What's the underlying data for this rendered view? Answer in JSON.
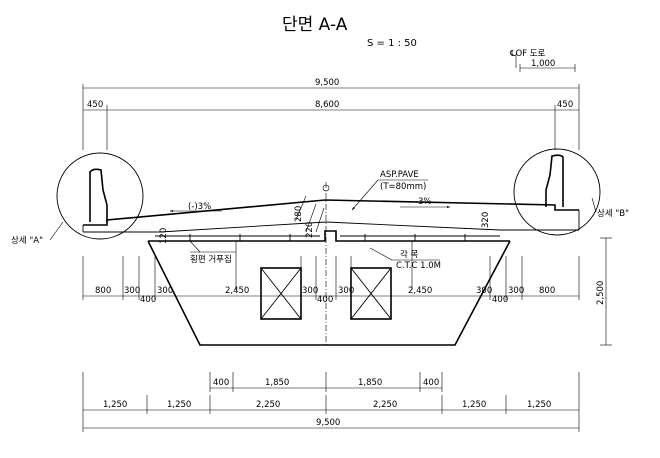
{
  "title": "단면 A-A",
  "scale": "S = 1 : 50",
  "centerline_label": "℄OF 도로",
  "dims": {
    "cl_offset": "1,000",
    "overall_top": "9,500",
    "left_edge": "450",
    "mid_top": "8,600",
    "right_edge": "450",
    "h_280": "280",
    "h_220": "220",
    "h_120": "120",
    "h_320": "320",
    "h_2500": "2,500",
    "row1": [
      "800",
      "300",
      "300",
      "2,450",
      "300",
      "300",
      "2,450",
      "300",
      "300",
      "800"
    ],
    "row1_sub": [
      "400",
      "400",
      "400"
    ],
    "row2": [
      "400",
      "1,850",
      "1,850",
      "400"
    ],
    "row3": [
      "1,250",
      "1,250",
      "2,250",
      "2,250",
      "1,250",
      "1,250"
    ],
    "overall_bottom": "9,500"
  },
  "labels": {
    "pave": "ASP.PAVE",
    "pave_t": "(T=80mm)",
    "slope_left": "(-)3%",
    "slope_right": "3%",
    "detail_a": "상세 \"A\"",
    "detail_b": "상세 \"B\"",
    "cross_beam": "횡편 거푸집",
    "rib": "각 목",
    "rib_ctc": "C.T.C 1.0M"
  }
}
